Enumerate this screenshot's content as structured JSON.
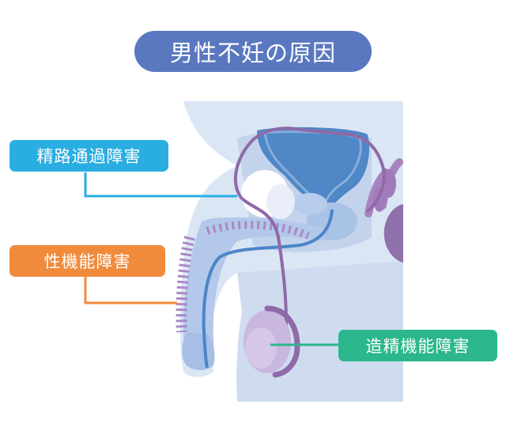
{
  "title": "男性不妊の原因",
  "labels": {
    "sperm_duct_disorder": "精路通過障害",
    "sexual_dysfunction": "性機能障害",
    "spermatogenesis_disorder": "造精機能障害"
  },
  "colors": {
    "title_bg": "#5a78bf",
    "sperm_duct_disorder": "#2aaee2",
    "sexual_dysfunction": "#f08b3c",
    "spermatogenesis_disorder": "#2bb78b",
    "body_fill": "#dbe6f5",
    "organ_outline": "#8e6aa8"
  }
}
